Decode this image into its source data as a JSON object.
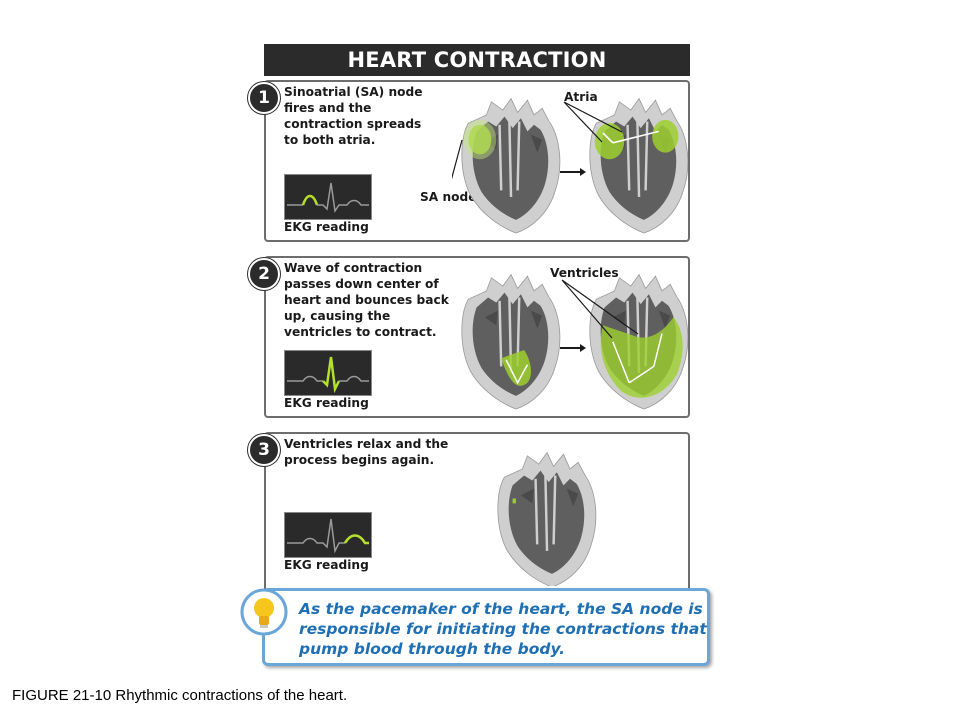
{
  "title": "HEART CONTRACTION",
  "steps": [
    {
      "number": "1",
      "text": "Sinoatrial (SA) node\nfires and the\ncontraction spreads\nto both atria.",
      "ekg_label": "EKG reading",
      "callouts": [
        "Atria",
        "SA node"
      ]
    },
    {
      "number": "2",
      "text": "Wave of contraction\npasses down center of\nheart and bounces back\nup, causing the\nventricles to contract.",
      "ekg_label": "EKG reading",
      "callouts": [
        "Ventricles"
      ]
    },
    {
      "number": "3",
      "text": "Ventricles relax and the\nprocess begins again.",
      "ekg_label": "EKG reading",
      "callouts": []
    }
  ],
  "note": "As the pacemaker of the heart, the SA node is responsible for initiating the contractions that pump blood through the body.",
  "caption": "FIGURE 21-10 Rhythmic contractions of the heart.",
  "colors": {
    "title_bg": "#2b2b2b",
    "heart_dark": "#5a5a5a",
    "heart_light": "#c9c9c9",
    "highlight_green": "#9ccf2e",
    "ekg_bg": "#2a2a2a",
    "note_border": "#6aa6d8",
    "note_text": "#1e6fb3"
  },
  "icons": [
    "lightbulb-icon",
    "arrow-right-icon"
  ]
}
